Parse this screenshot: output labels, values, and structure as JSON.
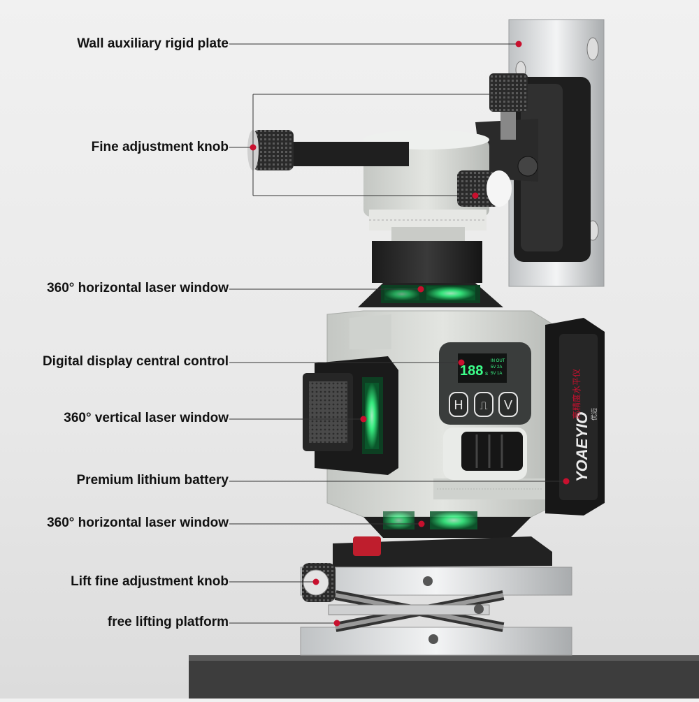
{
  "labels": {
    "wall_plate": "Wall auxiliary rigid plate",
    "fine_knob": "Fine adjustment knob",
    "horizontal_window_top": "360° horizontal laser window",
    "digital_display": "Digital display central control",
    "vertical_window": "360° vertical laser window",
    "battery": "Premium lithium battery",
    "horizontal_window_bottom": "360° horizontal laser window",
    "lift_knob": "Lift fine adjustment knob",
    "lifting_platform": "free lifting platform"
  },
  "display": {
    "readout": "188",
    "readout_suffix": "s",
    "status_rows": [
      "IN OUT",
      "5V 2A",
      "5V 1A"
    ]
  },
  "buttons": {
    "h": "H",
    "pulse": "⎍",
    "v": "V"
  },
  "battery_brand": {
    "logo": "YOAEYIO",
    "chinese": "高精度水平仪",
    "sub": "优迈"
  },
  "colors": {
    "laser_green": "#3cff8a",
    "marker_red": "#c8102e",
    "body_gray": "#d9dcd8"
  }
}
